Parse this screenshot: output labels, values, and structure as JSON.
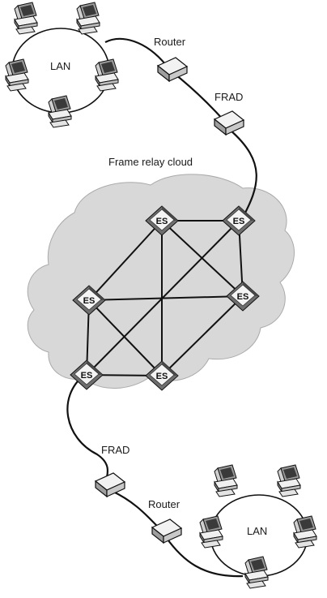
{
  "labels": {
    "lan_top": "LAN",
    "router_top": "Router",
    "frad_top": "FRAD",
    "cloud_title": "Frame relay cloud",
    "frad_bottom": "FRAD",
    "router_bottom": "Router",
    "lan_bottom": "LAN",
    "switch": "ES"
  },
  "colors": {
    "cloud_fill": "#d8d8d8",
    "line": "#111111",
    "device_face": "#ededed"
  }
}
